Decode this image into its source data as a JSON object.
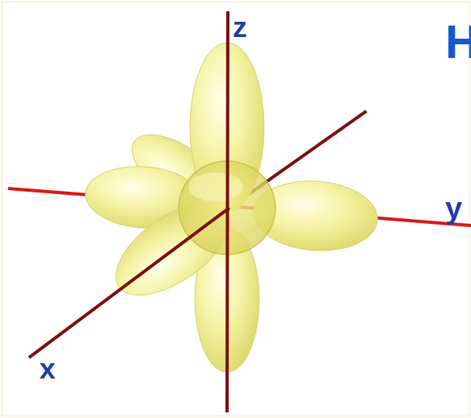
{
  "axes": {
    "x_label": "x",
    "y_label": "y",
    "z_label": "z"
  },
  "heading_fragment": "H",
  "colors": {
    "axis_red": "#d81a12",
    "axis_dark": "#7a1010",
    "lobe_fill": "#f4f3a0",
    "torus_fill": "#e8e37a",
    "label_blue": "#1f3fa6",
    "heading_blue": "#1858d0"
  }
}
